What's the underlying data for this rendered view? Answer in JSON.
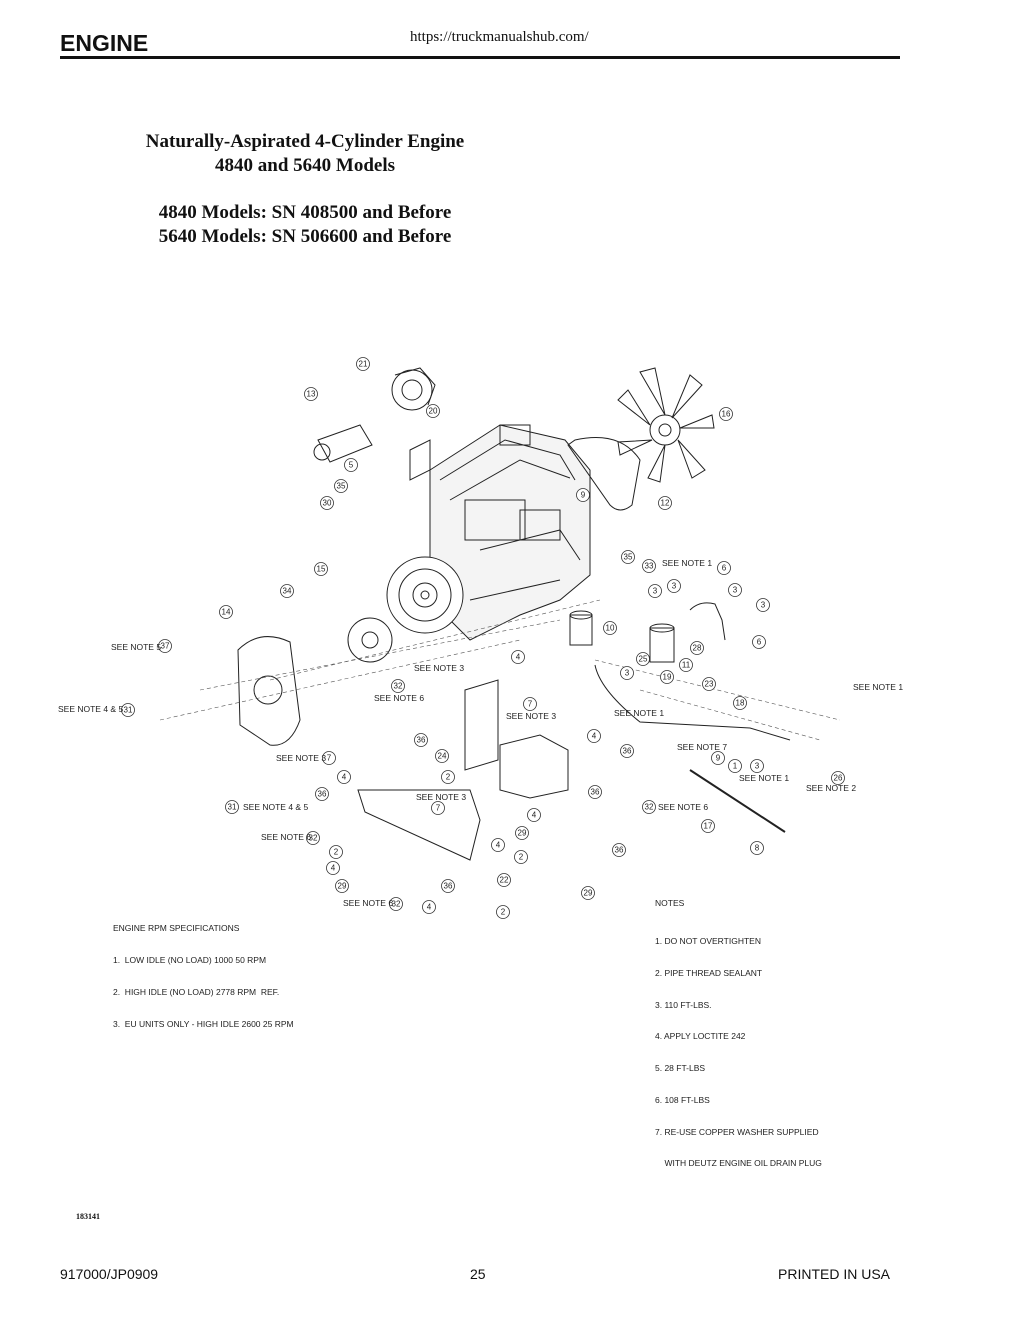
{
  "header": {
    "section_title": "ENGINE",
    "url": "https://truckmanualshub.com/"
  },
  "title": {
    "line1": "Naturally-Aspirated 4-Cylinder Engine",
    "line2": "4840 and 5640 Models",
    "line3": "4840 Models: SN 408500 and Before",
    "line4": "5640 Models: SN 506600 and Before"
  },
  "callouts": [
    "21",
    "13",
    "20",
    "16",
    "5",
    "35",
    "30",
    "9",
    "12",
    "15",
    "34",
    "35",
    "33",
    "6",
    "3",
    "3",
    "3",
    "14",
    "10",
    "28",
    "6",
    "37",
    "4",
    "3",
    "25",
    "11",
    "19",
    "23",
    "32",
    "3",
    "7",
    "18",
    "31",
    "24",
    "4",
    "36",
    "36",
    "7",
    "9",
    "1",
    "3",
    "2",
    "4",
    "36",
    "26",
    "7",
    "31",
    "36",
    "4",
    "32",
    "32",
    "17",
    "2",
    "4",
    "8",
    "36",
    "29",
    "2",
    "4",
    "22",
    "29",
    "36",
    "4",
    "2",
    "32",
    "29"
  ],
  "see_notes": [
    "SEE NOTE 1",
    "SEE NOTE 5",
    "SEE NOTE 3",
    "SEE NOTE 6",
    "SEE NOTE 4 & 5",
    "SEE NOTE 3",
    "SEE NOTE 1",
    "SEE NOTE 1",
    "SEE NOTE 7",
    "SEE NOTE 3",
    "SEE NOTE 1",
    "SEE NOTE 2",
    "SEE NOTE 3",
    "SEE NOTE 4 & 5",
    "SEE NOTE 6",
    "SEE NOTE 6",
    "SEE NOTE 6"
  ],
  "rpm_specs": {
    "heading": "ENGINE RPM SPECIFICATIONS",
    "lines": [
      "1.  LOW IDLE (NO LOAD) 1000 50 RPM",
      "2.  HIGH IDLE (NO LOAD) 2778 RPM  REF.",
      "3.  EU UNITS ONLY - HIGH IDLE 2600 25 RPM"
    ]
  },
  "notes": {
    "heading": "NOTES",
    "lines": [
      "1. DO NOT OVERTIGHTEN",
      "2. PIPE THREAD SEALANT",
      "3. 110 FT-LBS.",
      "4. APPLY LOCTITE 242",
      "5. 28 FT-LBS",
      "6. 108 FT-LBS",
      "7. RE-USE COPPER WASHER SUPPLIED",
      "    WITH DEUTZ ENGINE OIL DRAIN PLUG"
    ]
  },
  "doc_id": "183141",
  "footer": {
    "left": "917000/JP0909",
    "center": "25",
    "right": "PRINTED IN USA"
  }
}
